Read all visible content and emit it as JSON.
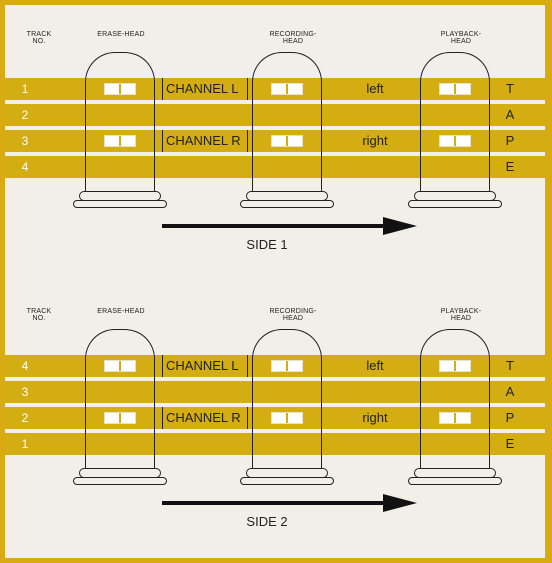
{
  "headers": {
    "track_no": "TRACK NO.",
    "erase_head": "ERASE-HEAD",
    "recording_head": "RECORDING-HEAD",
    "playback_head": "PLAYBACK-HEAD"
  },
  "tape_letters": [
    "T",
    "A",
    "P",
    "E"
  ],
  "sides": [
    {
      "label": "SIDE 1",
      "tracks": [
        "1",
        "2",
        "3",
        "4"
      ],
      "channel_l": "CHANNEL L",
      "channel_r": "CHANNEL R",
      "left": "left",
      "right": "right"
    },
    {
      "label": "SIDE 2",
      "tracks": [
        "4",
        "3",
        "2",
        "1"
      ],
      "channel_l": "CHANNEL L",
      "channel_r": "CHANNEL R",
      "left": "left",
      "right": "right"
    }
  ],
  "colors": {
    "tape": "#d3ad12",
    "border": "#d8ab12",
    "background": "#f1efe8"
  }
}
